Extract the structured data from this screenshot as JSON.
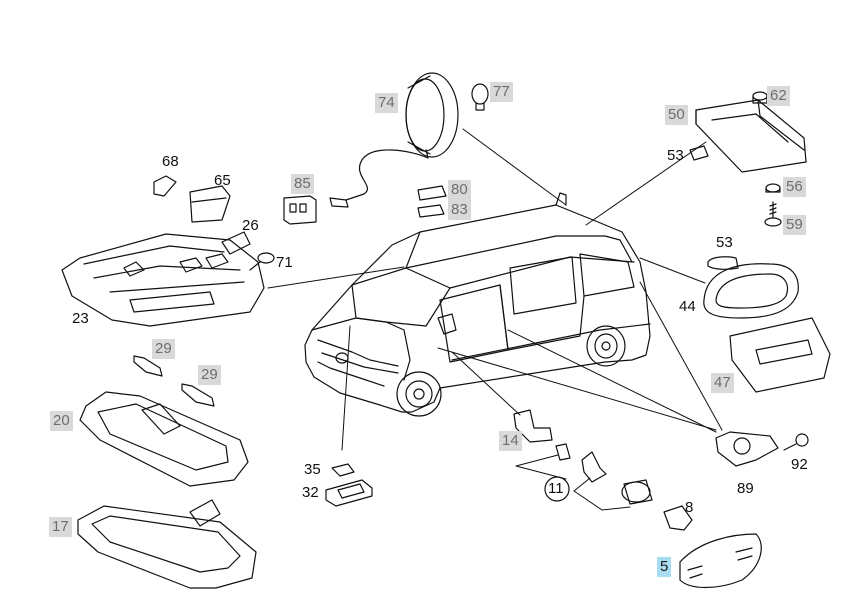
{
  "theme": {
    "highlight_color": "#a7dcf2",
    "tag_color": "#d9d9d9",
    "line_color": "#111111"
  },
  "callouts": {
    "c74": "74",
    "c77": "77",
    "c62": "62",
    "c50": "50",
    "c53a": "53",
    "c68": "68",
    "c65": "65",
    "c85": "85",
    "c80": "80",
    "c83": "83",
    "c56": "56",
    "c59": "59",
    "c26": "26",
    "c71": "71",
    "c53b": "53",
    "c23": "23",
    "c44": "44",
    "c29a": "29",
    "c29b": "29",
    "c47": "47",
    "c20": "20",
    "c14": "14",
    "c92": "92",
    "c35": "35",
    "c32": "32",
    "c11": "11",
    "c89": "89",
    "c8": "8",
    "c17": "17",
    "c5": "5"
  }
}
